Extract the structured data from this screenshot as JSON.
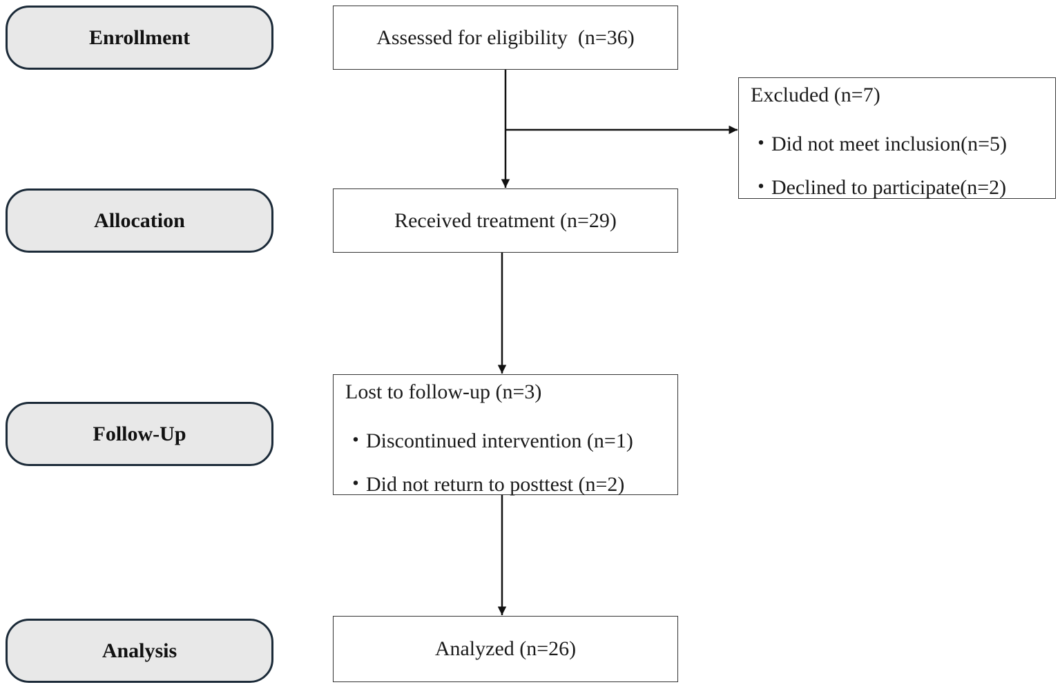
{
  "stages": {
    "enrollment": "Enrollment",
    "allocation": "Allocation",
    "follow_up": "Follow-Up",
    "analysis": "Analysis"
  },
  "boxes": {
    "assessed": "Assessed for eligibility  (n=36)",
    "excluded": {
      "title": "Excluded (n=7)",
      "items": [
        "・Did not meet inclusion(n=5)",
        "・Declined to participate(n=2)"
      ]
    },
    "received": "Received treatment (n=29)",
    "lost": {
      "title": "Lost to follow-up (n=3)",
      "items": [
        "・Discontinued intervention (n=1)",
        "・Did not return to posttest (n=2)"
      ]
    },
    "analyzed": "Analyzed (n=26)"
  },
  "colors": {
    "stage_fill": "#e8e8e8",
    "stage_border": "#1b2a38",
    "line": "#111111"
  }
}
